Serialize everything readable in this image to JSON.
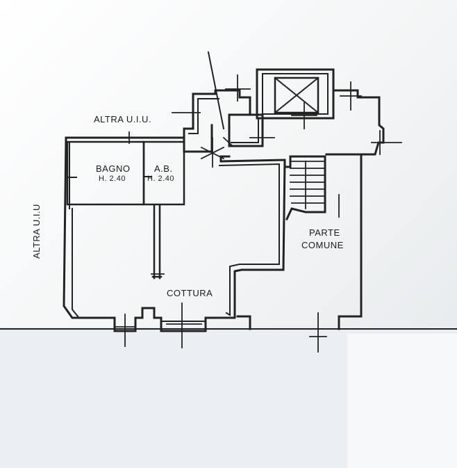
{
  "labels": {
    "altra_uiu_top": "ALTRA U.I.U.",
    "altra_uiu_left": "ALTRA U.I.U",
    "bagno": "BAGNO",
    "bagno_height": "H. 2.40",
    "ab": "A.B.",
    "ab_height": "H. 2.40",
    "cottura": "COTTURA",
    "parte": "PARTE",
    "comune": "COMUNE"
  },
  "colors": {
    "line": "#222222",
    "paper": "#ffffff",
    "shade": "#e9ecee"
  }
}
